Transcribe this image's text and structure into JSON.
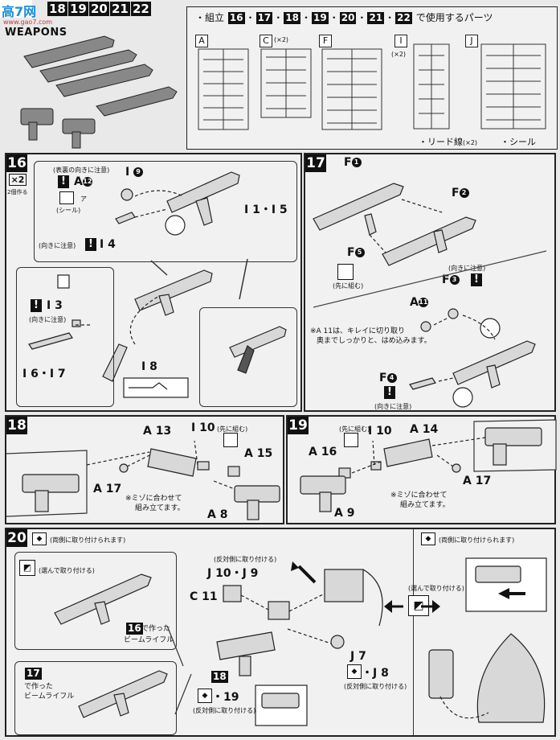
{
  "header": {
    "steps_banner": [
      "18",
      "19",
      "20",
      "21",
      "22"
    ],
    "watermark": "高7网",
    "watermark_url": "www.gao7.com",
    "section_title": "WEAPONS",
    "parts_heading": "・組立",
    "parts_steps": [
      "16",
      "17",
      "18",
      "19",
      "20",
      "21",
      "22"
    ],
    "parts_suffix": "で使用するパーツ",
    "sprues": [
      {
        "letter": "A",
        "count": ""
      },
      {
        "letter": "C",
        "count": "(×2)"
      },
      {
        "letter": "F",
        "count": ""
      },
      {
        "letter": "I",
        "count": "(×2)"
      },
      {
        "letter": "J",
        "count": ""
      }
    ],
    "extras": [
      "・リード線",
      "(×2)",
      "・シール"
    ]
  },
  "step16": {
    "number": "16",
    "multiplier": "×2",
    "multiplier_note": "2個作る",
    "note_surface": "(表裏の向きに注意)",
    "part_a12": "A",
    "part_a12_num": "12",
    "seal_label": "(シール)",
    "seal_mark": "ア",
    "part_i9": "I",
    "part_i9_num": "9",
    "part_i1_i5": "I 1・I 5",
    "orientation_note": "(向きに注意)",
    "part_i4": "I 4",
    "part_i3": "I 3",
    "orientation_note2": "(向きに注意)",
    "part_i6_i7": "I 6・I 7",
    "part_i8": "I 8"
  },
  "step17": {
    "number": "17",
    "f1": "F",
    "f1_num": "1",
    "f2": "F",
    "f2_num": "2",
    "f5": "F",
    "f5_num": "5",
    "first_assemble": "(先に組む)",
    "f3": "F",
    "f3_num": "3",
    "orientation_note": "(向きに注意)",
    "a11": "A",
    "a11_num": "11",
    "instruction_line1": "※A 11は、キレイに切り取り",
    "instruction_line2": "奥までしっかりと、はめ込みます。",
    "f4": "F",
    "f4_num": "4",
    "orientation_note2": "(向きに注意)"
  },
  "step18": {
    "number": "18",
    "a13": "A 13",
    "i10": "I 10",
    "first_assemble": "(先に組む)",
    "a15": "A 15",
    "a17": "A 17",
    "groove_note1": "※ミゾに合わせて",
    "groove_note2": "組み立てます。",
    "a8": "A 8"
  },
  "step19": {
    "number": "19",
    "first_assemble": "(先に組む)",
    "a16": "A 16",
    "i10": "I 10",
    "a14": "A 14",
    "a17": "A 17",
    "groove_note1": "※ミゾに合わせて",
    "groove_note2": "組み立てます。",
    "a9": "A 9"
  },
  "step20": {
    "number": "20",
    "both_sides_note": "(両側に取り付けられます)",
    "choose_attach": "(選んで取り付ける)",
    "rifle_ref_step": "16",
    "rifle_ref_text1": "で作った",
    "rifle_ref_text2": "ビームライフル",
    "rifle_ref_step2": "17",
    "rifle_ref_text3": "で作った",
    "rifle_ref_text4": "ビームライフル",
    "opposite_attach": "(反対側に取り付ける)",
    "j10_j9": "J 10・J 9",
    "c11": "C 11",
    "j7": "J 7",
    "j8": "・J 8",
    "opposite_attach2": "(反対側に取り付ける)",
    "step18_ref": "18",
    "step19_ref": "・19",
    "opposite_attach3": "(反対側に取り付ける)",
    "right_both_sides": "(両側に取り付けられます)",
    "right_choose": "(選んで取り付ける)"
  }
}
